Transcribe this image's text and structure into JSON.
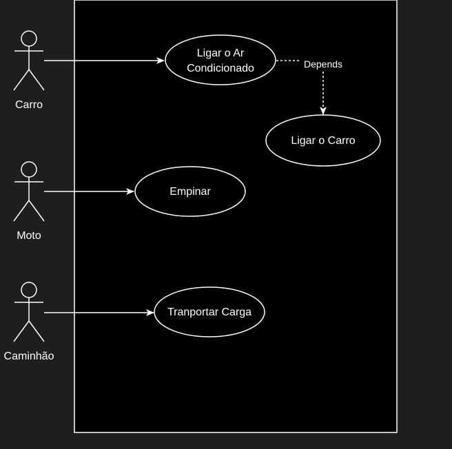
{
  "diagram": {
    "colors": {
      "background": "#1e1e1e",
      "system_fill": "#000000",
      "stroke": "#ffffff",
      "text": "#ffffff"
    },
    "actors": [
      {
        "id": "carro",
        "label": "Carro"
      },
      {
        "id": "moto",
        "label": "Moto"
      },
      {
        "id": "caminhao",
        "label": "Caminhão"
      }
    ],
    "use_cases": [
      {
        "id": "ligar-ar",
        "lines": [
          "Ligar o Ar",
          "Condicionado"
        ]
      },
      {
        "id": "ligar-carro",
        "lines": [
          "Ligar o Carro"
        ]
      },
      {
        "id": "empinar",
        "lines": [
          "Empinar"
        ]
      },
      {
        "id": "transportar",
        "lines": [
          "Tranportar Carga"
        ]
      }
    ],
    "associations": [
      {
        "from": "carro",
        "to": "ligar-ar"
      },
      {
        "from": "moto",
        "to": "empinar"
      },
      {
        "from": "caminhao",
        "to": "transportar"
      }
    ],
    "dependencies": [
      {
        "from": "ligar-ar",
        "to": "ligar-carro",
        "label": "Depends"
      }
    ]
  }
}
